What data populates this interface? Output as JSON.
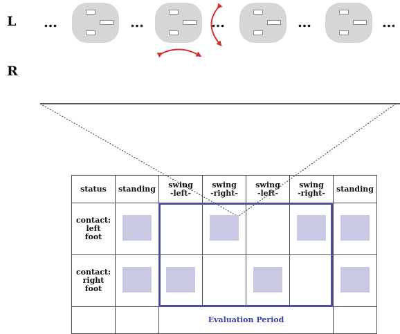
{
  "gait": {
    "left_label": "L",
    "right_label": "R",
    "dots": "…"
  },
  "table": {
    "header": [
      "status",
      "standing",
      "swing\n-left-",
      "swing\n-right-",
      "swing\n-left-",
      "swing\n-right-",
      "standing"
    ],
    "rows": [
      {
        "label": "contact:\nleft\nfoot",
        "marks": [
          true,
          false,
          true,
          false,
          true,
          true
        ]
      },
      {
        "label": "contact:\nright\nfoot",
        "marks": [
          true,
          true,
          false,
          true,
          false,
          true
        ]
      }
    ],
    "footer_label": "Evaluation Period"
  },
  "colors": {
    "mark": "#c9c9e3",
    "evaluation_box": "#4c4fa4",
    "rotation_arrow": "#d0332e",
    "sole": "#d6d6d6"
  }
}
